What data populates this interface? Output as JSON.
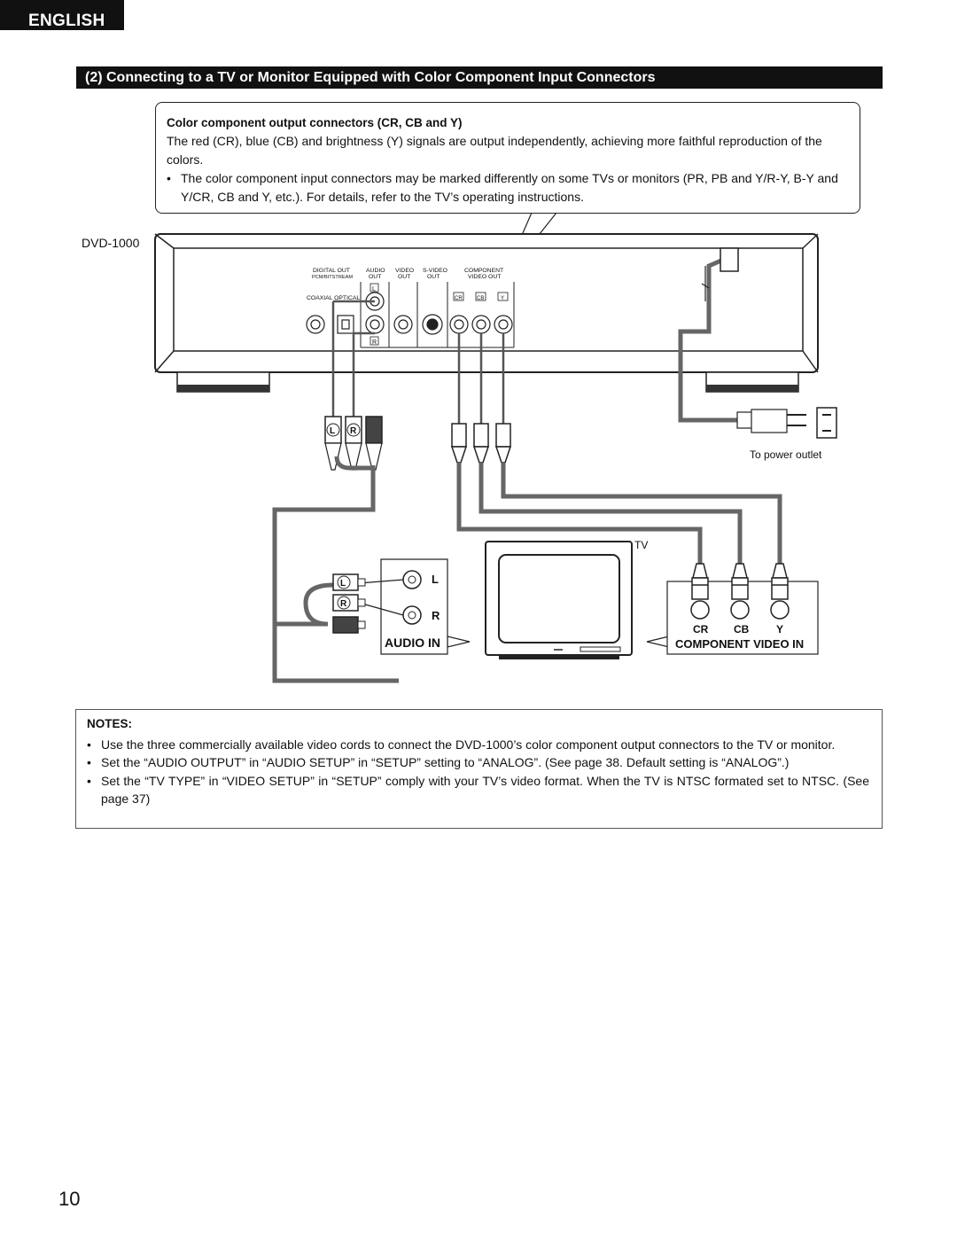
{
  "header": {
    "language_tab": "ENGLISH"
  },
  "section": {
    "title": "(2) Connecting to a TV or Monitor Equipped with Color Component Input Connectors"
  },
  "callout": {
    "heading": "Color component output connectors (CR, CB and Y)",
    "paragraph": "The red (CR), blue (CB) and brightness (Y) signals are output independently, achieving more faithful reproduction of the colors.",
    "bullet": "The color component input connectors may be marked differently on some TVs or monitors (PR, PB and Y/R-Y, B-Y and Y/CR, CB and Y, etc.).  For details, refer to the TV’s operating instructions."
  },
  "diagram": {
    "device_label": "DVD-1000",
    "panel": {
      "digital_out": "DIGITAL OUT",
      "pcm_bitstream": "PCM/BITSTREAM",
      "coaxial_optical": "COAXIAL  OPTICAL",
      "audio": "AUDIO",
      "audio_out": "OUT",
      "video": "VIDEO",
      "video_out": "OUT",
      "svideo": "S-VIDEO",
      "svideo_out": "OUT",
      "component": "COMPONENT",
      "video_out_label": "VIDEO OUT",
      "jack_l": "L",
      "jack_r": "R",
      "comp_cr": "CR",
      "comp_cb": "CB",
      "comp_y": "Y"
    },
    "plug_l": "L",
    "plug_r": "R",
    "power_label": "To power outlet",
    "tv_label": "TV",
    "audio_in": {
      "l": "L",
      "r": "R",
      "label": "AUDIO IN"
    },
    "component_in": {
      "cr": "CR",
      "cb": "CB",
      "y": "Y",
      "label": "COMPONENT VIDEO IN"
    }
  },
  "notes": {
    "title": "NOTES:",
    "items": [
      "Use the three commercially available video cords to connect the DVD-1000’s color component output connectors to the TV or monitor.",
      "Set the “AUDIO OUTPUT” in “AUDIO SETUP” in “SETUP” setting to “ANALOG”. (See page 38. Default setting is “ANALOG”.)",
      "Set the “TV TYPE” in “VIDEO SETUP” in “SETUP” comply with your TV’s video format. When the TV is NTSC formated set to NTSC. (See page 37)"
    ]
  },
  "footer": {
    "page_number": "10"
  }
}
